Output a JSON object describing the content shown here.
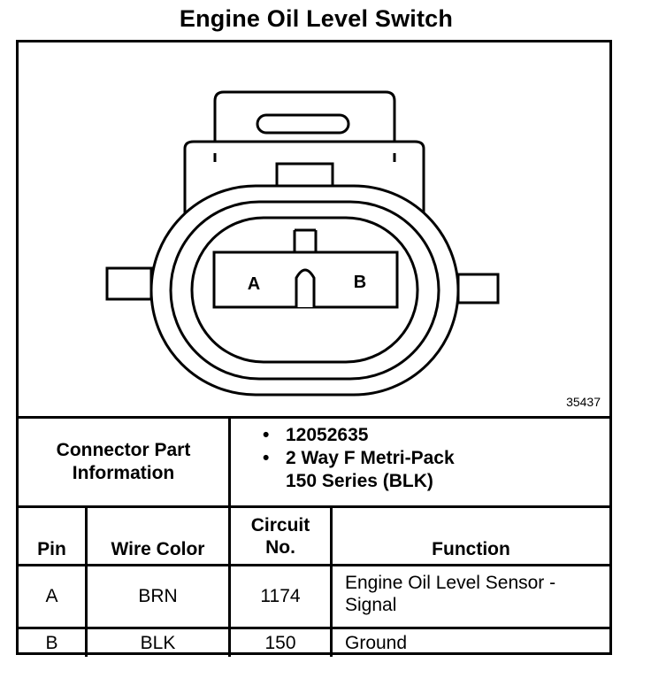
{
  "title": "Engine Oil Level Switch",
  "diagram": {
    "pin_labels": [
      "A",
      "B"
    ],
    "part_reference": "35437"
  },
  "connector_info": {
    "label_line1": "Connector Part",
    "label_line2": "Information",
    "bullet": "•",
    "items": [
      "12052635",
      "2 Way F Metri-Pack",
      "150 Series (BLK)"
    ]
  },
  "table": {
    "headers": {
      "pin": "Pin",
      "wire_color": "Wire Color",
      "circuit_line1": "Circuit",
      "circuit_line2": "No.",
      "function": "Function"
    },
    "rows": [
      {
        "pin": "A",
        "wire_color": "BRN",
        "circuit": "1174",
        "function_line1": "Engine Oil Level Sensor -",
        "function_line2": "Signal"
      },
      {
        "pin": "B",
        "wire_color": "BLK",
        "circuit": "150",
        "function_line1": "Ground",
        "function_line2": ""
      }
    ]
  }
}
